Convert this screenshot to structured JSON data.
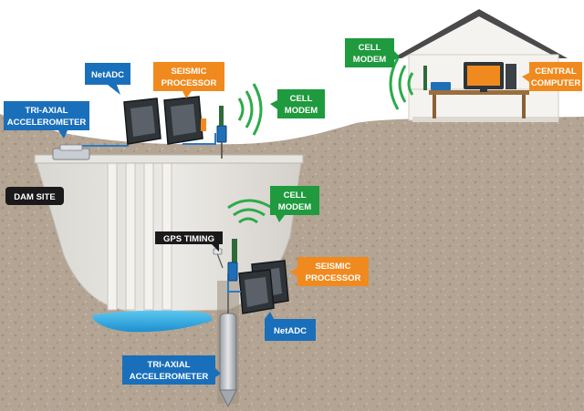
{
  "labels": {
    "netadc_top": "NetADC",
    "seismic_processor_top": [
      "SEISMIC",
      "PROCESSOR"
    ],
    "cell_modem_top": [
      "CELL",
      "MODEM"
    ],
    "triaxial_top": [
      "TRI-AXIAL",
      "ACCELEROMETER"
    ],
    "cell_modem_house": [
      "CELL",
      "MODEM"
    ],
    "central_computer": [
      "CENTRAL",
      "COMPUTER"
    ],
    "dam_site": "DAM SITE",
    "cell_modem_mid": [
      "CELL",
      "MODEM"
    ],
    "gps_timing": "GPS TIMING",
    "seismic_processor_bottom": [
      "SEISMIC",
      "PROCESSOR"
    ],
    "netadc_bottom": "NetADC",
    "triaxial_bottom": [
      "TRI-AXIAL",
      "ACCELEROMETER"
    ]
  },
  "colors": {
    "blue_label": "#1a6fba",
    "orange_label": "#f08a1e",
    "green_label": "#1f9a3e",
    "black_label": "#1a1a1a",
    "signal_green": "#2cab4a",
    "soil": "#b8a998",
    "sky": "#ffffff",
    "water": "#3fb3e6"
  }
}
